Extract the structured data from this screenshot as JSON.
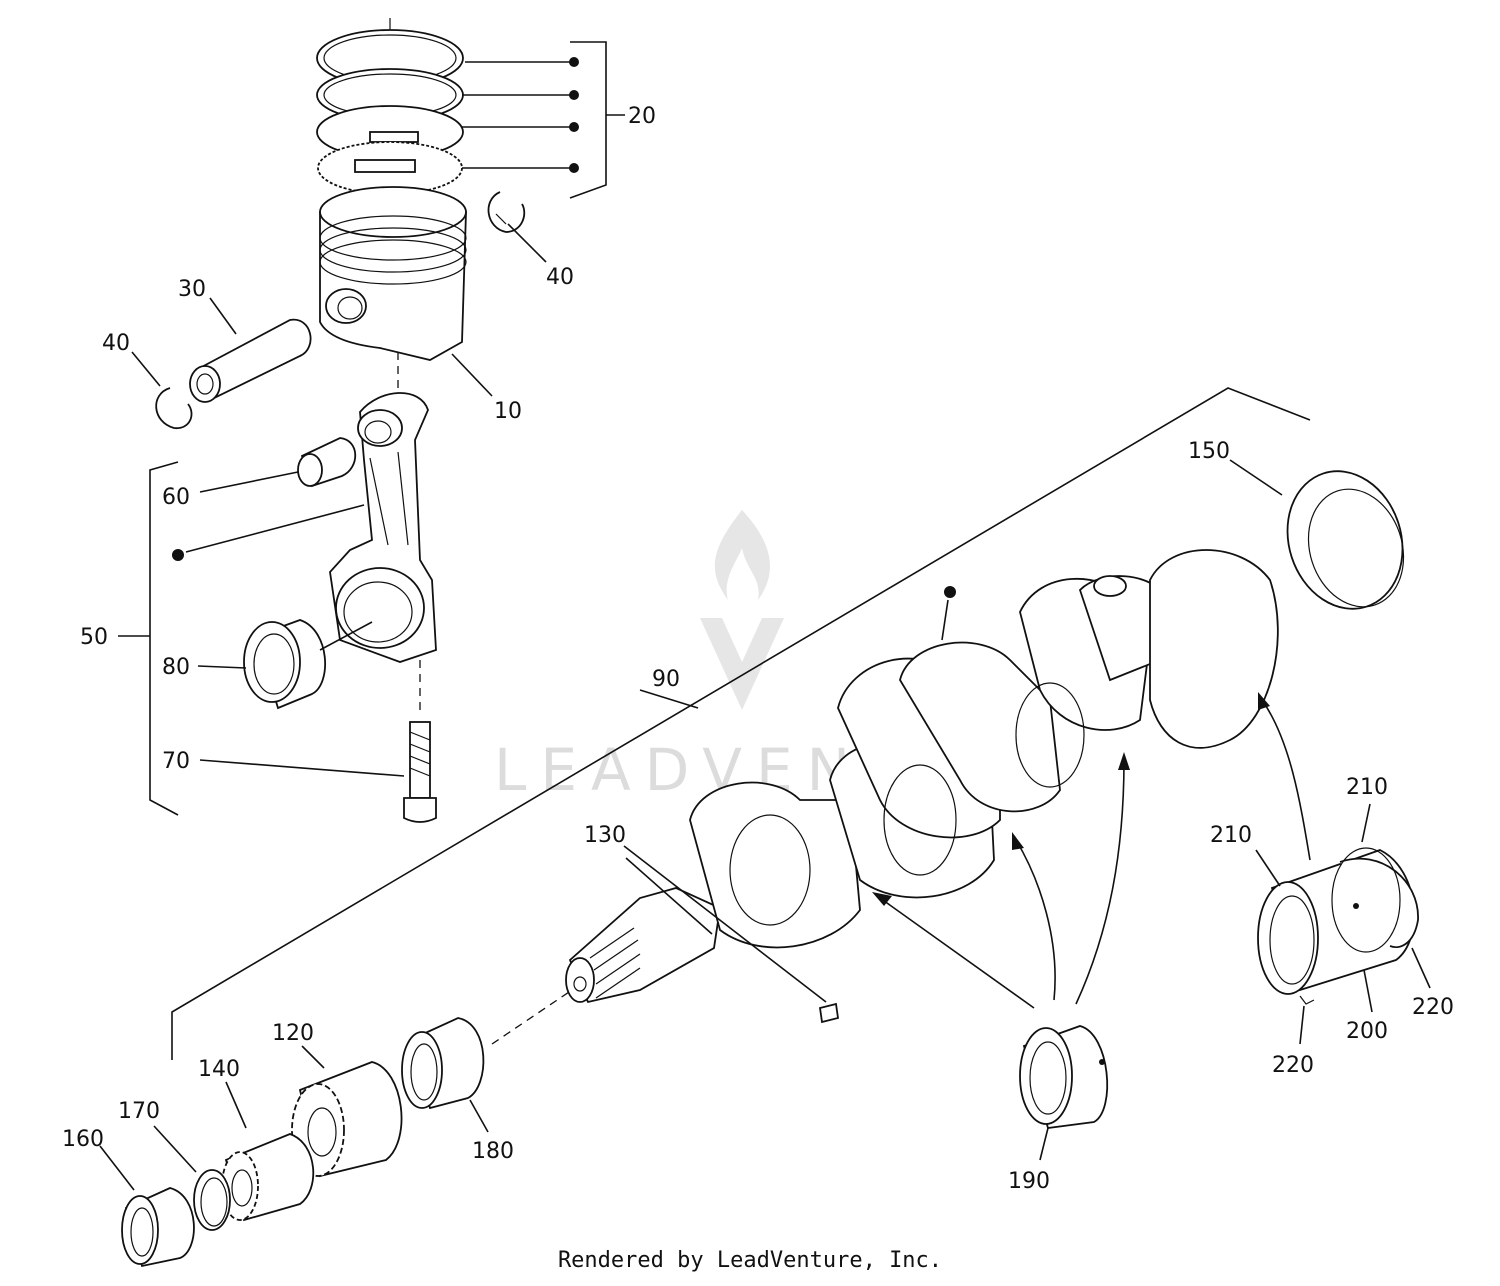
{
  "diagram": {
    "callouts": {
      "c10": "10",
      "c20": "20",
      "c30": "30",
      "c40a": "40",
      "c40b": "40",
      "c50": "50",
      "c60": "60",
      "c70": "70",
      "c80": "80",
      "c90": "90",
      "c120": "120",
      "c130": "130",
      "c140": "140",
      "c150": "150",
      "c160": "160",
      "c170": "170",
      "c180": "180",
      "c190": "190",
      "c200": "200",
      "c210a": "210",
      "c210b": "210",
      "c220a": "220",
      "c220b": "220"
    },
    "watermark": "LEADVENTURE"
  },
  "footer": {
    "credit": "Rendered by LeadVenture, Inc."
  }
}
